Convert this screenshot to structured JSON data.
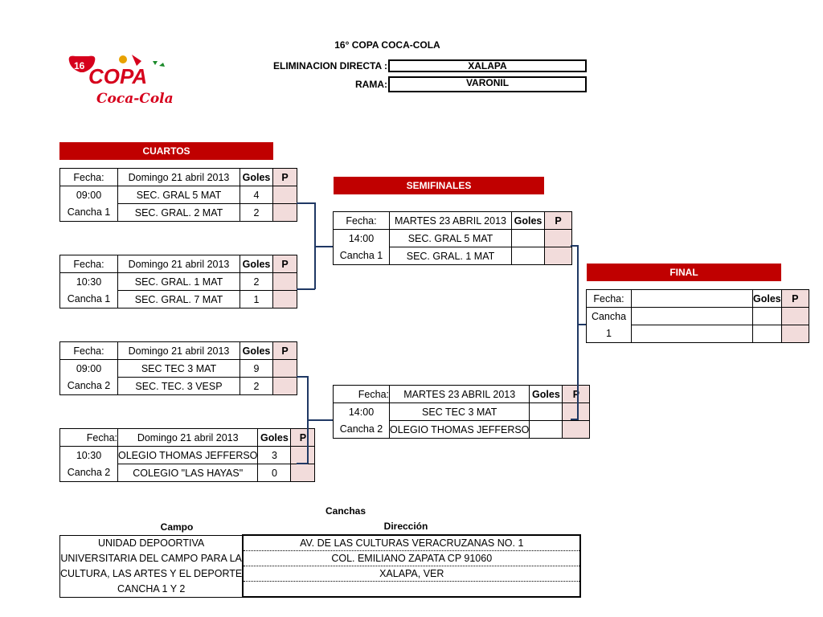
{
  "header": {
    "title": "16° COPA COCA-COLA",
    "elim_label": "ELIMINACION DIRECTA :",
    "elim_value": "XALAPA",
    "rama_label": "RAMA:",
    "rama_value": "VARONIL"
  },
  "logo": {
    "number": "16",
    "copa": "COPA",
    "brand": "Coca-Cola"
  },
  "colors": {
    "red": "#c00000",
    "pink": "#f2dcdb",
    "line": "#1f3864"
  },
  "labels": {
    "fecha": "Fecha:",
    "goles": "Goles",
    "p": "P"
  },
  "cuartos": {
    "title": "CUARTOS",
    "matches": [
      {
        "date": "Domingo 21 abril 2013",
        "time": "09:00",
        "cancha": "Cancha 1",
        "team1": "SEC. GRAL 5 MAT",
        "goals1": "4",
        "team2": "SEC. GRAL. 2 MAT",
        "goals2": "2"
      },
      {
        "date": "Domingo 21 abril 2013",
        "time": "10:30",
        "cancha": "Cancha 1",
        "team1": "SEC. GRAL. 1 MAT",
        "goals1": "2",
        "team2": "SEC. GRAL. 7 MAT",
        "goals2": "1"
      },
      {
        "date": "Domingo 21 abril 2013",
        "time": "09:00",
        "cancha": "Cancha 2",
        "team1": "SEC TEC 3 MAT",
        "goals1": "9",
        "team2": "SEC. TEC. 3 VESP",
        "goals2": "2"
      },
      {
        "date": "Domingo 21 abril 2013",
        "time": "10:30",
        "cancha": "Cancha 2",
        "team1": "OLEGIO THOMAS JEFFERSO",
        "goals1": "3",
        "team2": "COLEGIO \"LAS HAYAS\"",
        "goals2": "0"
      }
    ]
  },
  "semifinales": {
    "title": "SEMIFINALES",
    "matches": [
      {
        "date": "MARTES 23 ABRIL 2013",
        "time": "14:00",
        "cancha": "Cancha 1",
        "team1": "SEC. GRAL 5 MAT",
        "team2": "SEC. GRAL. 1 MAT"
      },
      {
        "date": "MARTES 23 ABRIL 2013",
        "time": "14:00",
        "cancha": "Cancha 2",
        "team1": "SEC TEC 3 MAT",
        "team2": "OLEGIO THOMAS JEFFERSO"
      }
    ]
  },
  "final": {
    "title": "FINAL",
    "cancha": "Cancha",
    "cancha_num": "1"
  },
  "canchas": {
    "title": "Canchas",
    "col_campo": "Campo",
    "col_direccion": "Dirección",
    "rows": [
      {
        "campo": "UNIDAD DEPOORTIVA",
        "direccion": "AV. DE LAS CULTURAS VERACRUZANAS NO. 1"
      },
      {
        "campo": "UNIVERSITARIA DEL CAMPO PARA LA",
        "direccion": "COL. EMILIANO ZAPATA CP 91060"
      },
      {
        "campo": "CULTURA, LAS ARTES Y EL DEPORTE",
        "direccion": "XALAPA, VER"
      },
      {
        "campo": "CANCHA 1 Y 2",
        "direccion": ""
      }
    ]
  }
}
